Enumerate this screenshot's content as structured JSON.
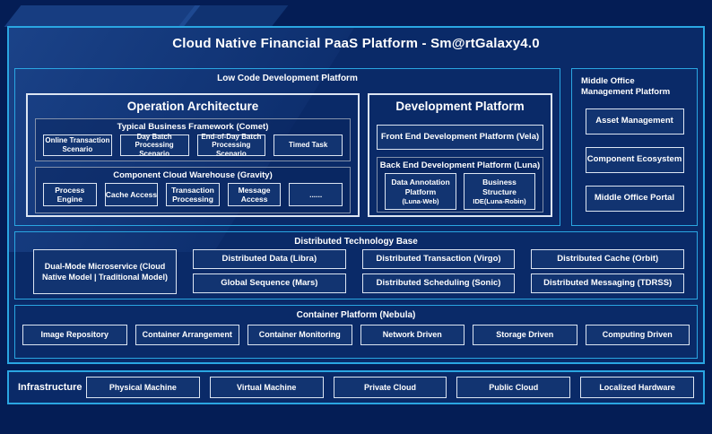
{
  "title": "Cloud Native Financial PaaS Platform - Sm@rtGalaxy4.0",
  "colors": {
    "page_background": "#041d55",
    "panel_background": "#0a2a68",
    "leaf_background": "#123471",
    "accent_border": "#2aa6e2",
    "light_border": "#dce5f2",
    "gray_border": "#8391ab",
    "text": "#ffffff"
  },
  "low_code": {
    "label": "Low Code Development Platform",
    "operation": {
      "label": "Operation Architecture",
      "comet": {
        "label": "Typical Business Framework (Comet)",
        "items": [
          "Online Transaction Scenario",
          "Day Batch Processing Scenario",
          "End-of-Day Batch Processing Scenario",
          "Timed Task"
        ]
      },
      "gravity": {
        "label": "Component Cloud Warehouse (Gravity)",
        "items": [
          "Process Engine",
          "Cache Access",
          "Transaction Processing",
          "Message Access",
          "......"
        ]
      }
    },
    "development": {
      "label": "Development Platform",
      "front_end": "Front End Development Platform (Vela)",
      "back_end": {
        "label": "Back End Development Platform (Luna)",
        "items": [
          {
            "line1": "Data Annotation",
            "line2": "Platform",
            "line3": "(Luna-Web)"
          },
          {
            "line1": "Business",
            "line2": "Structure",
            "line3": "IDE(Luna-Robin)"
          }
        ]
      }
    }
  },
  "middle_office": {
    "label": "Middle Office Management Platform",
    "items": [
      "Asset Management",
      "Component Ecosystem",
      "Middle Office Portal"
    ]
  },
  "distributed": {
    "label": "Distributed Technology Base",
    "dual_mode": "Dual-Mode Microservice (Cloud Native Model | Traditional Model)",
    "columns": [
      [
        "Distributed Data (Libra)",
        "Global Sequence (Mars)"
      ],
      [
        "Distributed Transaction (Virgo)",
        "Distributed Scheduling (Sonic)"
      ],
      [
        "Distributed Cache (Orbit)",
        "Distributed Messaging (TDRSS)"
      ]
    ]
  },
  "container": {
    "label": "Container Platform (Nebula)",
    "items": [
      "Image Repository",
      "Container Arrangement",
      "Container Monitoring",
      "Network Driven",
      "Storage Driven",
      "Computing Driven"
    ]
  },
  "infrastructure": {
    "label": "Infrastructure",
    "items": [
      "Physical Machine",
      "Virtual Machine",
      "Private Cloud",
      "Public Cloud",
      "Localized Hardware"
    ]
  }
}
